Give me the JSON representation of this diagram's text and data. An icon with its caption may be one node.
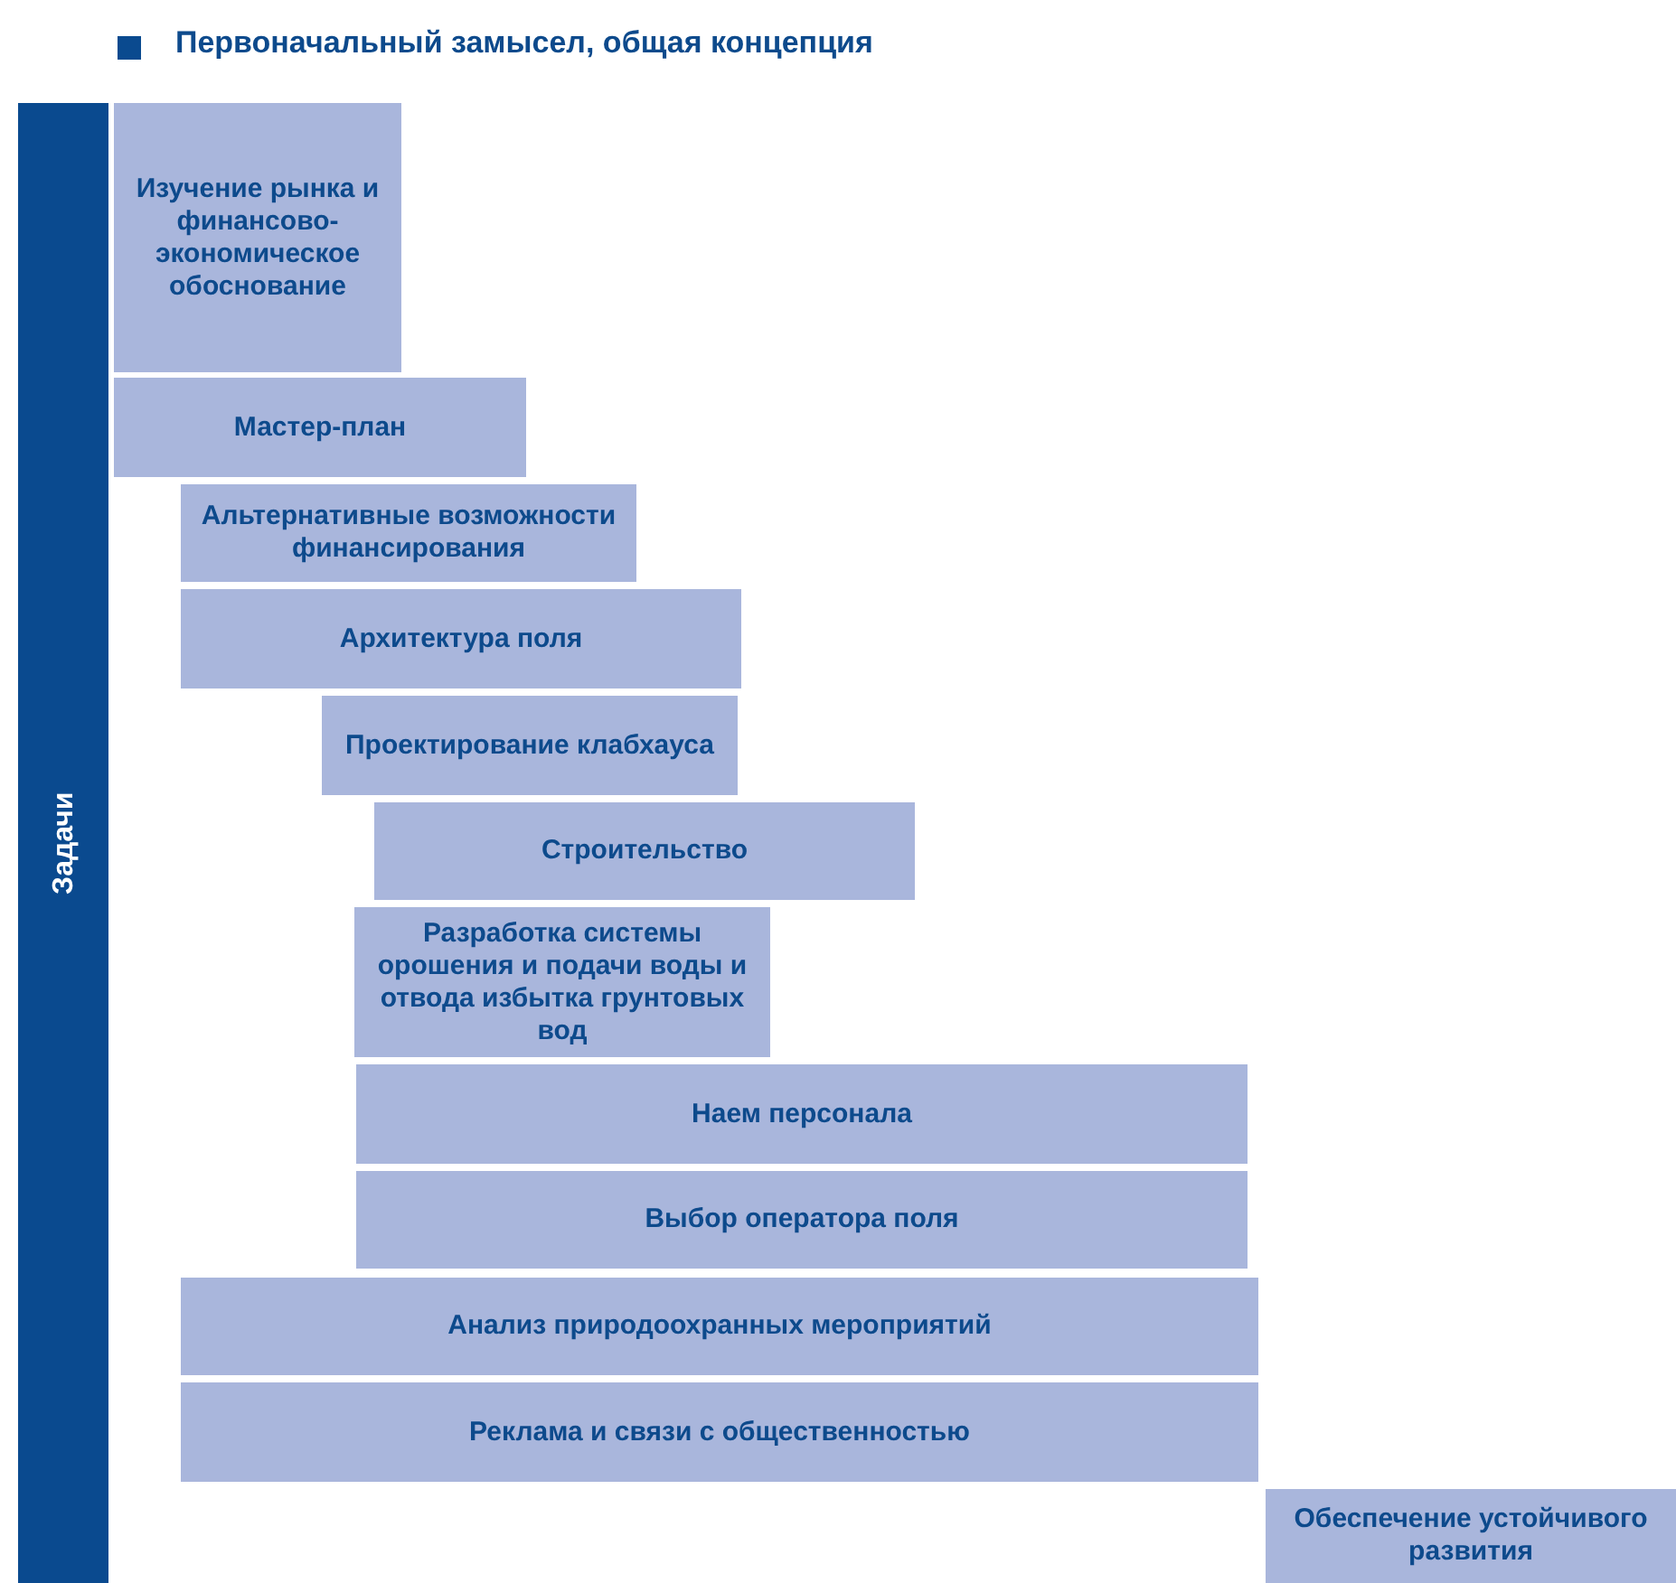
{
  "diagram": {
    "title": "Первоначальный замысел, общая концепция",
    "nodes": [
      {
        "text": [
          "Задачи"
        ]
      },
      {
        "text": [
          "Изучение рынка и финансово-экономическое обоснование"
        ]
      },
      {
        "text": [
          "Мастер-план"
        ]
      },
      {
        "text": [
          "Альтернативные возможности финансирования"
        ]
      },
      {
        "text": [
          "Архитектура поля"
        ]
      },
      {
        "text": [
          "Проектирование клабхауса"
        ]
      },
      {
        "text": [
          "Строительство"
        ]
      },
      {
        "text": [
          "Разработка системы орошения и подачи воды и отвода избытка грунтовых вод"
        ]
      },
      {
        "text": [
          "Наем персонала"
        ]
      },
      {
        "text": [
          "Выбор оператора поля"
        ]
      },
      {
        "text": [
          "Анализ природоохранных мероприятий"
        ]
      },
      {
        "text": [
          "Реклама и связи с общественностью"
        ]
      },
      {
        "text": [
          "Обеспечение устойчивого развития"
        ]
      }
    ],
    "edges": []
  }
}
